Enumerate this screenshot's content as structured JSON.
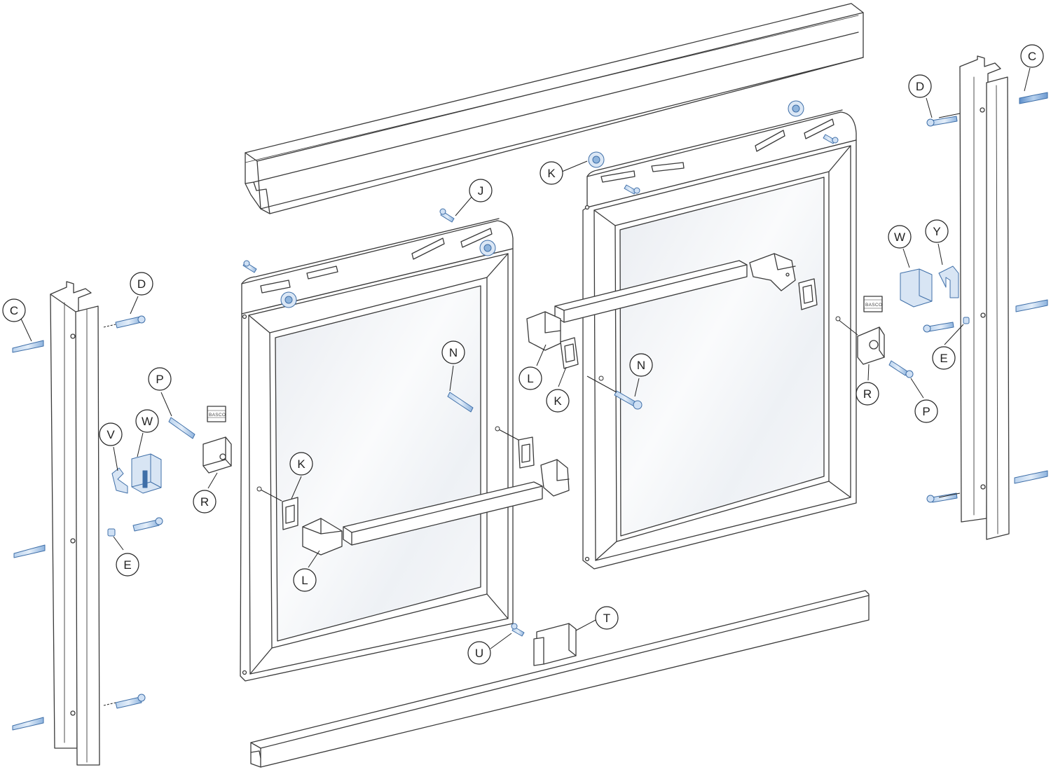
{
  "diagram": {
    "brand_logo": "BASCO",
    "callouts": [
      {
        "id": "C-left",
        "label": "C"
      },
      {
        "id": "D-left",
        "label": "D"
      },
      {
        "id": "P-left",
        "label": "P"
      },
      {
        "id": "W-left",
        "label": "W"
      },
      {
        "id": "V",
        "label": "V"
      },
      {
        "id": "R-left",
        "label": "R"
      },
      {
        "id": "E-left",
        "label": "E"
      },
      {
        "id": "J",
        "label": "J"
      },
      {
        "id": "K-top",
        "label": "K"
      },
      {
        "id": "N-left",
        "label": "N"
      },
      {
        "id": "K-left",
        "label": "K"
      },
      {
        "id": "L-left",
        "label": "L"
      },
      {
        "id": "L-mid",
        "label": "L"
      },
      {
        "id": "K-mid",
        "label": "K"
      },
      {
        "id": "N-right",
        "label": "N"
      },
      {
        "id": "T",
        "label": "T"
      },
      {
        "id": "U",
        "label": "U"
      },
      {
        "id": "W-right",
        "label": "W"
      },
      {
        "id": "Y",
        "label": "Y"
      },
      {
        "id": "R-right",
        "label": "R"
      },
      {
        "id": "P-right",
        "label": "P"
      },
      {
        "id": "E-right",
        "label": "E"
      },
      {
        "id": "D-right",
        "label": "D"
      },
      {
        "id": "C-right",
        "label": "C"
      }
    ],
    "colors": {
      "outline": "#3a3a3a",
      "hardware_blue": "#8fb4dc",
      "hardware_dark": "#3f6fa8",
      "glass": "#f1f3f6",
      "frame_fill": "#ffffff",
      "background": "#ffffff"
    }
  }
}
